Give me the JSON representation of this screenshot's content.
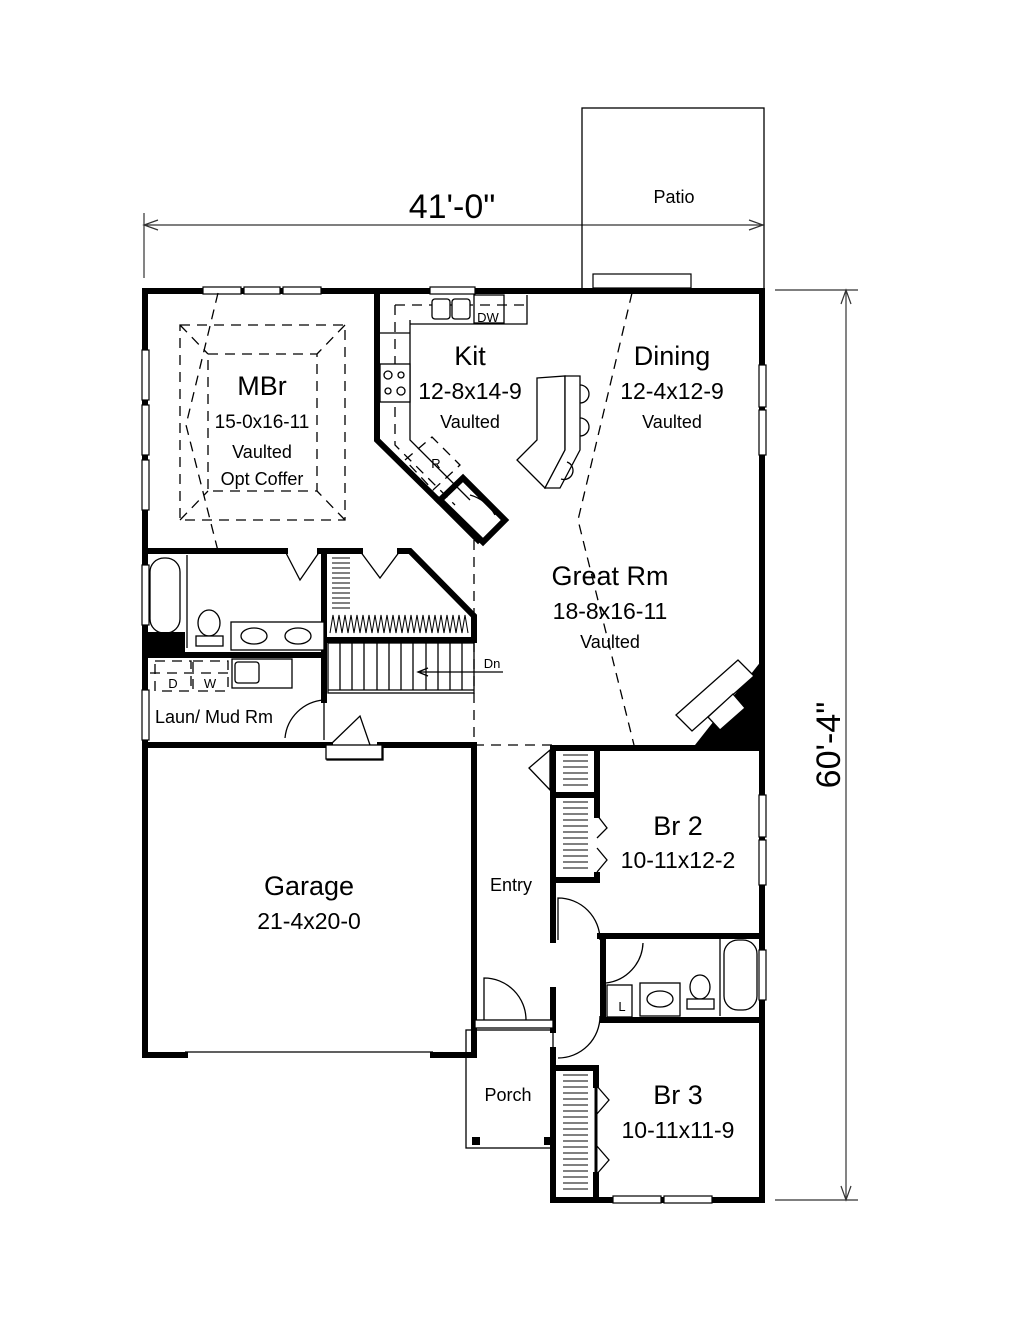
{
  "dimensions": {
    "width": "41'-0\"",
    "depth": "60'-4\""
  },
  "rooms": {
    "patio": {
      "name": "Patio"
    },
    "mbr": {
      "name": "MBr",
      "size": "15-0x16-11",
      "note1": "Vaulted",
      "note2": "Opt Coffer"
    },
    "kitchen": {
      "name": "Kit",
      "size": "12-8x14-9",
      "note": "Vaulted"
    },
    "dining": {
      "name": "Dining",
      "size": "12-4x12-9",
      "note": "Vaulted"
    },
    "great_room": {
      "name": "Great Rm",
      "size": "18-8x16-11",
      "note": "Vaulted"
    },
    "laundry": {
      "name": "Laun/ Mud Rm"
    },
    "garage": {
      "name": "Garage",
      "size": "21-4x20-0"
    },
    "entry": {
      "name": "Entry"
    },
    "br2": {
      "name": "Br 2",
      "size": "10-11x12-2"
    },
    "br3": {
      "name": "Br 3",
      "size": "10-11x11-9"
    },
    "porch": {
      "name": "Porch"
    }
  },
  "fixtures": {
    "dishwasher": "DW",
    "refrigerator": "R",
    "dryer": "D",
    "washer": "W",
    "linen": "L",
    "stairs_down": "Dn"
  }
}
